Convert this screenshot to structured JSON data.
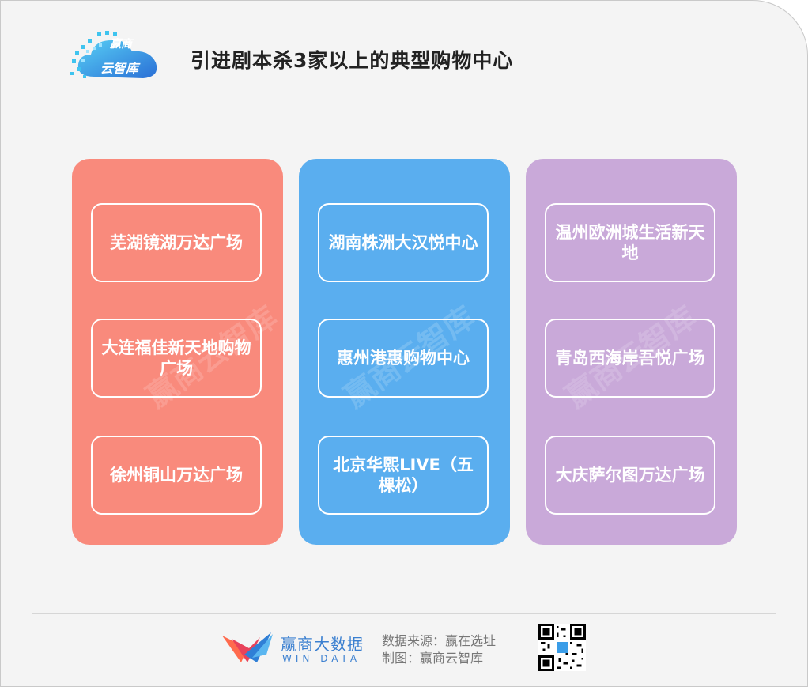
{
  "header": {
    "logo_line1": "赢商",
    "logo_line2": "云智库",
    "title": "引进剧本杀3家以上的典型购物中心"
  },
  "columns": [
    {
      "color": "#f98a7c",
      "items": [
        "芜湖镜湖万达广场",
        "大连福佳新天地购物广场",
        "徐州铜山万达广场"
      ]
    },
    {
      "color": "#5aaeef",
      "items": [
        "湖南株洲大汉悦中心",
        "惠州港惠购物中心",
        "北京华熙LIVE（五棵松）"
      ]
    },
    {
      "color": "#c9a9d9",
      "items": [
        "温州欧洲城生活新天地",
        "青岛西海岸吾悦广场",
        "大庆萨尔图万达广场"
      ]
    }
  ],
  "watermark": "赢商云智库",
  "footer": {
    "brand_name": "赢商大数据",
    "brand_sub": "WIN DATA",
    "source_line": "数据来源：赢在选址",
    "maker_line": "制图：赢商云智库"
  }
}
